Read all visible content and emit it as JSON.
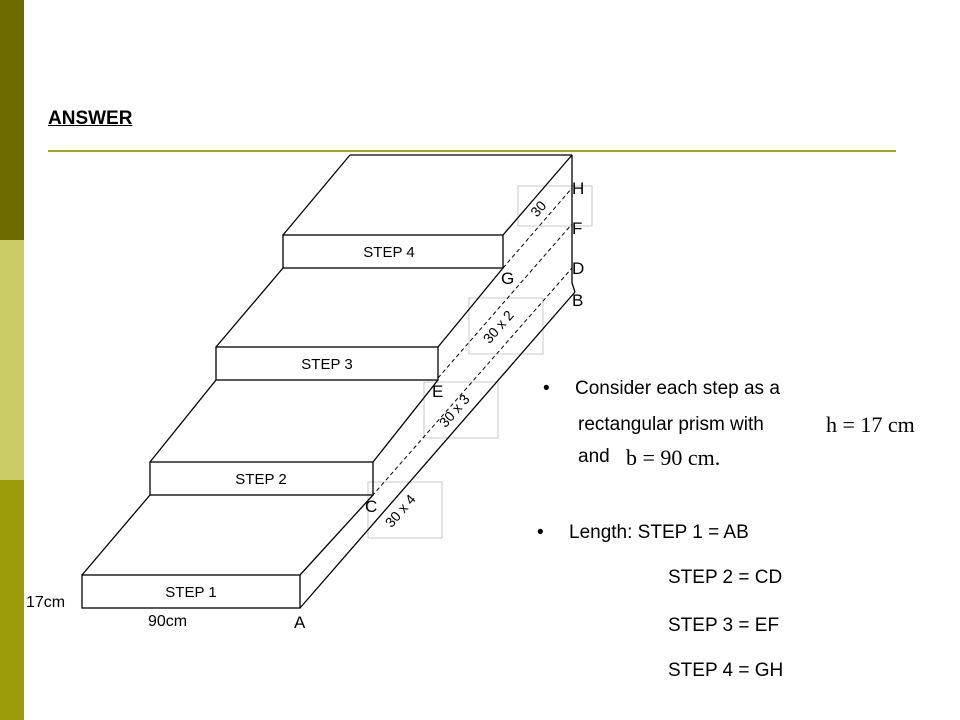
{
  "colors": {
    "sidebar_dark": "#6b6b00",
    "sidebar_light": "#cccc66",
    "sidebar_mid": "#9c9c0a",
    "rule": "#a5a51e",
    "guide_box": "#c8c8c8"
  },
  "title": "ANSWER",
  "steps": [
    "STEP 1",
    "STEP 2",
    "STEP 3",
    "STEP 4"
  ],
  "dimensions": {
    "height_label": "17cm",
    "base_label": "90cm"
  },
  "points": {
    "A": "A",
    "B": "B",
    "C": "C",
    "D": "D",
    "E": "E",
    "F": "F",
    "G": "G",
    "H": "H"
  },
  "rise_labels": [
    "30",
    "30 x 2",
    "30 x 3",
    "30 x 4"
  ],
  "notes": {
    "bullet": "•",
    "consider_line1": "Consider each step as a",
    "consider_line2": "rectangular prism with",
    "h_expr": "h = 17 cm",
    "and_word": "and",
    "b_expr": "b = 90 cm.",
    "length_head": "Length:  STEP 1  =  AB",
    "length_2": "STEP 2  = CD",
    "length_3": "STEP 3  =  EF",
    "length_4": "STEP 4  =  GH"
  }
}
